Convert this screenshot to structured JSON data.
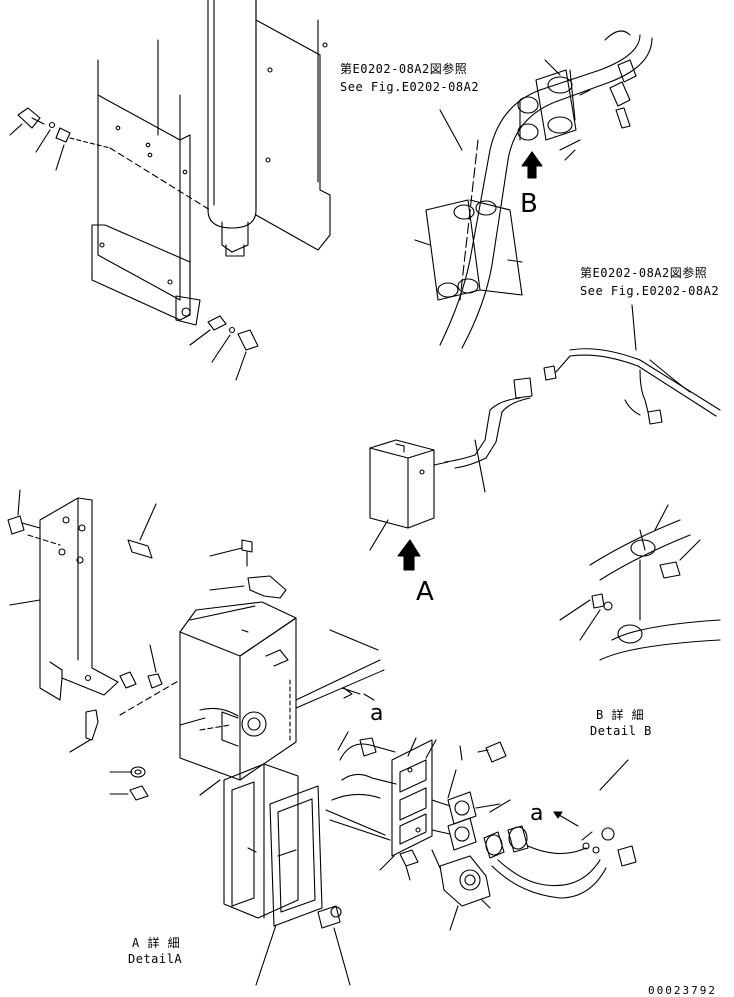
{
  "callouts": {
    "top_ref_jp": "第E0202-08A2図参照",
    "top_ref_en": "See Fig.E0202-08A2",
    "mid_ref_jp": "第E0202-08A2図参照",
    "mid_ref_en": "See Fig.E0202-08A2"
  },
  "view_markers": {
    "view_b": "B",
    "view_a": "A",
    "point_a_right": "a",
    "point_a_lower": "a"
  },
  "detail_b": {
    "jp": "B 詳 細",
    "en": "Detail B"
  },
  "detail_a": {
    "jp": "A 詳 細",
    "en": "DetailA"
  },
  "drawing_number": "00023792",
  "colors": {
    "line": "#000000",
    "background": "#ffffff"
  }
}
